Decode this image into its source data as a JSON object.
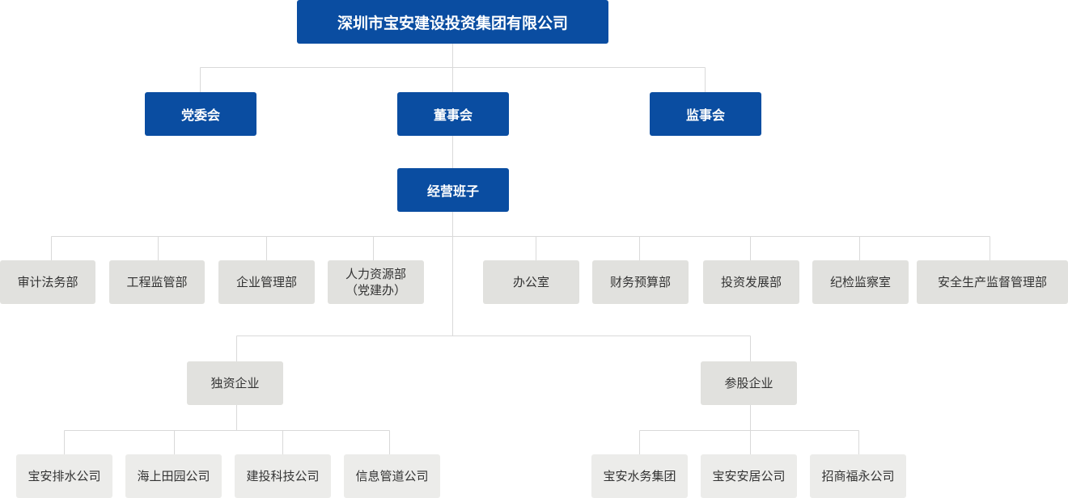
{
  "root": "深圳市宝安建设投资集团有限公司",
  "level1": [
    "党委会",
    "董事会",
    "监事会"
  ],
  "management": "经营班子",
  "departments": [
    "审计法务部",
    "工程监管部",
    "企业管理部",
    "人力资源部",
    "（党建办）",
    "办公室",
    "财务预算部",
    "投资发展部",
    "纪检监察室",
    "安全生产监督管理部"
  ],
  "enterprise_groups": [
    "独资企业",
    "参股企业"
  ],
  "wholly_owned": [
    "宝安排水公司",
    "海上田园公司",
    "建投科技公司",
    "信息管道公司"
  ],
  "equity": [
    "宝安水务集团",
    "宝安安居公司",
    "招商福永公司"
  ],
  "colors": {
    "primary": "#0a4da1",
    "secondary": "#e1e1de",
    "line": "#d9d9d9"
  }
}
